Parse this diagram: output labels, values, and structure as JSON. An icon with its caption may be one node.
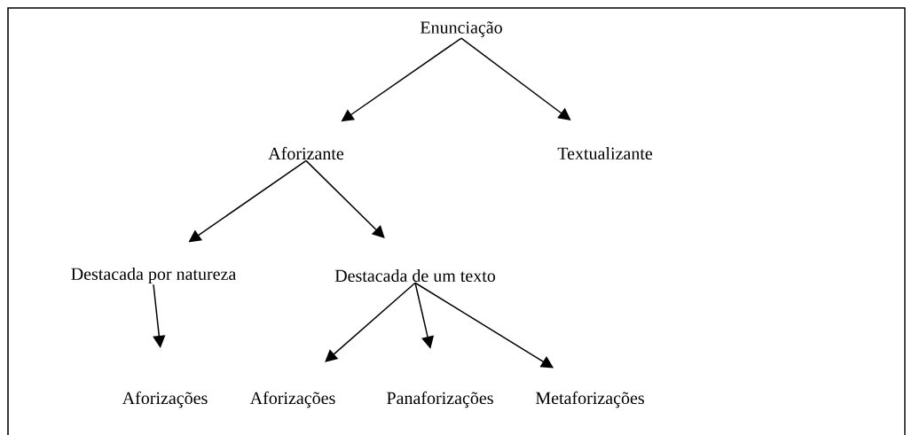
{
  "diagram": {
    "nodes": [
      {
        "text": [
          "Enunciação"
        ]
      },
      {
        "text": [
          "Aforizante"
        ]
      },
      {
        "text": [
          "Textualizante"
        ]
      },
      {
        "text": [
          "Destacada por natureza"
        ]
      },
      {
        "text": [
          "Destacada de um texto"
        ]
      },
      {
        "text": [
          "Aforizações"
        ]
      },
      {
        "text": [
          "Aforizações"
        ]
      },
      {
        "text": [
          "Panaforizações"
        ]
      },
      {
        "text": [
          "Metaforizações"
        ]
      }
    ],
    "edges": [
      {
        "from": 0,
        "to": 1,
        "arrow": "to"
      },
      {
        "from": 0,
        "to": 2,
        "arrow": "to"
      },
      {
        "from": 1,
        "to": 3,
        "arrow": "to"
      },
      {
        "from": 1,
        "to": 4,
        "arrow": "to"
      },
      {
        "from": 3,
        "to": 5,
        "arrow": "to"
      },
      {
        "from": 4,
        "to": 6,
        "arrow": "to"
      },
      {
        "from": 4,
        "to": 7,
        "arrow": "to"
      },
      {
        "from": 4,
        "to": 8,
        "arrow": "to"
      }
    ]
  }
}
